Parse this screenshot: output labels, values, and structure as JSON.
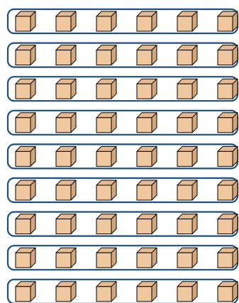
{
  "diagram": {
    "groups": 9,
    "cubes_per_group": 6,
    "colors": {
      "group_border": "#1f4e79",
      "background": "#ffffff",
      "cube_front": "#f0c8a0",
      "cube_top": "#e6b98e",
      "cube_side": "#d3a57a",
      "cube_edge": "#000000"
    },
    "icons": {
      "group": "rounded-rectangle",
      "unit": "cube-icon"
    }
  }
}
